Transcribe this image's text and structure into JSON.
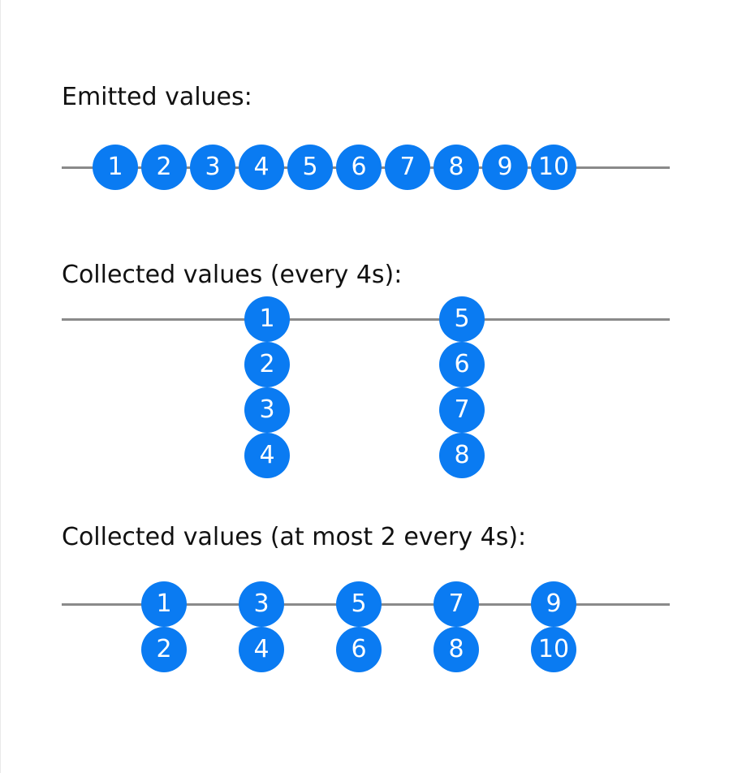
{
  "sections": [
    {
      "label": "Emitted values:",
      "groups": [
        {
          "values": [
            "1"
          ]
        },
        {
          "values": [
            "2"
          ]
        },
        {
          "values": [
            "3"
          ]
        },
        {
          "values": [
            "4"
          ]
        },
        {
          "values": [
            "5"
          ]
        },
        {
          "values": [
            "6"
          ]
        },
        {
          "values": [
            "7"
          ]
        },
        {
          "values": [
            "8"
          ]
        },
        {
          "values": [
            "9"
          ]
        },
        {
          "values": [
            "10"
          ]
        }
      ]
    },
    {
      "label": "Collected values (every 4s):",
      "groups": [
        {
          "values": [
            "1",
            "2",
            "3",
            "4"
          ]
        },
        {
          "values": [
            "5",
            "6",
            "7",
            "8"
          ]
        }
      ]
    },
    {
      "label": "Collected values (at most 2 every 4s):",
      "groups": [
        {
          "values": [
            "1",
            "2"
          ]
        },
        {
          "values": [
            "3",
            "4"
          ]
        },
        {
          "values": [
            "5",
            "6"
          ]
        },
        {
          "values": [
            "7",
            "8"
          ]
        },
        {
          "values": [
            "9",
            "10"
          ]
        }
      ]
    }
  ],
  "colors": {
    "marble": "#0a7bf2",
    "timeline": "#8a8a8a",
    "text": "#111111"
  }
}
